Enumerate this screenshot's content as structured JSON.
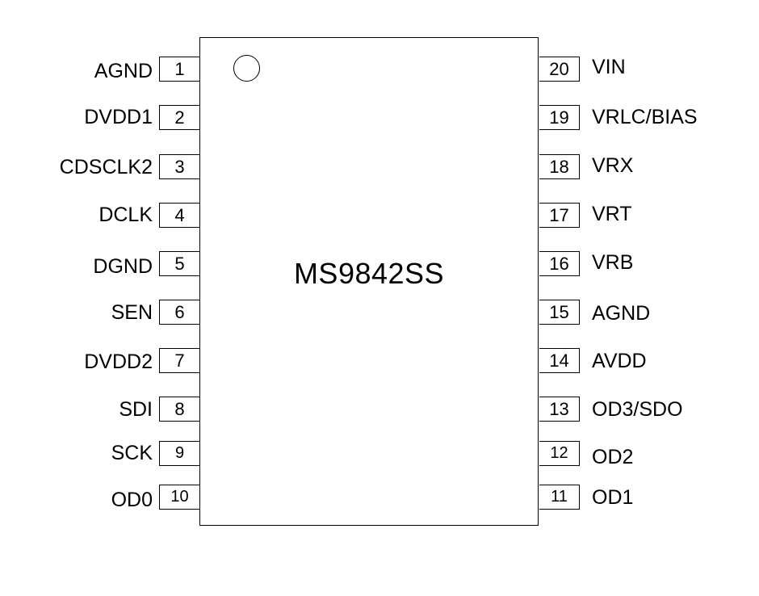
{
  "chip": {
    "name": "MS9842SS"
  },
  "pins_left": [
    {
      "number": "1",
      "name": "AGND"
    },
    {
      "number": "2",
      "name": "DVDD1"
    },
    {
      "number": "3",
      "name": "CDSCLK2"
    },
    {
      "number": "4",
      "name": "DCLK"
    },
    {
      "number": "5",
      "name": "DGND"
    },
    {
      "number": "6",
      "name": "SEN"
    },
    {
      "number": "7",
      "name": "DVDD2"
    },
    {
      "number": "8",
      "name": "SDI"
    },
    {
      "number": "9",
      "name": "SCK"
    },
    {
      "number": "10",
      "name": "OD0"
    }
  ],
  "pins_right": [
    {
      "number": "20",
      "name": "VIN"
    },
    {
      "number": "19",
      "name": "VRLC/BIAS"
    },
    {
      "number": "18",
      "name": "VRX"
    },
    {
      "number": "17",
      "name": "VRT"
    },
    {
      "number": "16",
      "name": "VRB"
    },
    {
      "number": "15",
      "name": "AGND"
    },
    {
      "number": "14",
      "name": "AVDD"
    },
    {
      "number": "13",
      "name": "OD3/SDO"
    },
    {
      "number": "12",
      "name": "OD2"
    },
    {
      "number": "11",
      "name": "OD1"
    }
  ]
}
